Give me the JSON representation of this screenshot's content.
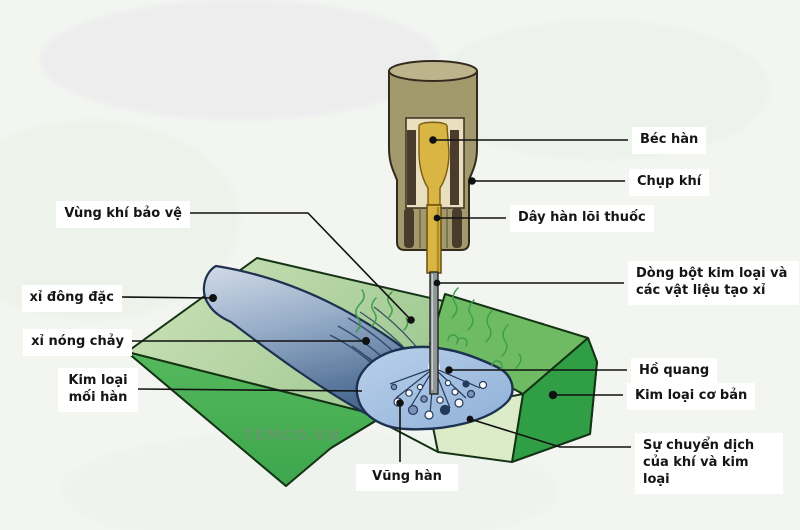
{
  "diagram": {
    "subject": "Flux-cored arc welding cross-section diagram",
    "watermark": "TEMCO.VN",
    "labels": {
      "vung_khi_bao_ve": "Vùng khí bảo vệ",
      "xi_dong_dac": "xỉ đông đặc",
      "xi_nong_chay": "xỉ nóng chảy",
      "kim_loai_moi_han": "Kim loại mối hàn",
      "bec_han": "Béc hàn",
      "chup_khi": "Chụp khí",
      "day_han_loi_thuoc": "Dây hàn lõi thuốc",
      "dong_bot": "Dòng bột kim loại và các vật liệu tạo xỉ",
      "ho_quang": "Hồ quang",
      "kim_loai_co_ban": "Kim loại cơ bản",
      "su_chuyen_dich": "Sự chuyển dịch của khí và kim loại",
      "vung_han": "Vũng hàn"
    },
    "colors": {
      "background": "#f2f5f0",
      "label_background": "#ffffff",
      "label_text": "#151515",
      "callout_line": "#111111",
      "torch_body": "#a29a6d",
      "contact_tip_gold": "#d9b544",
      "wire_gray": "#8f9696",
      "base_metal_top": "#bedcab",
      "base_metal_front": "#4db357",
      "base_metal_dark": "#2f9148",
      "groove_face": "#dcecc8",
      "weld_bead_blue": "#8fa6c4",
      "weld_pool_blue": "#a9c4e4",
      "outline_navy": "#1e3150",
      "gas_green": "#3f9e4e"
    }
  }
}
